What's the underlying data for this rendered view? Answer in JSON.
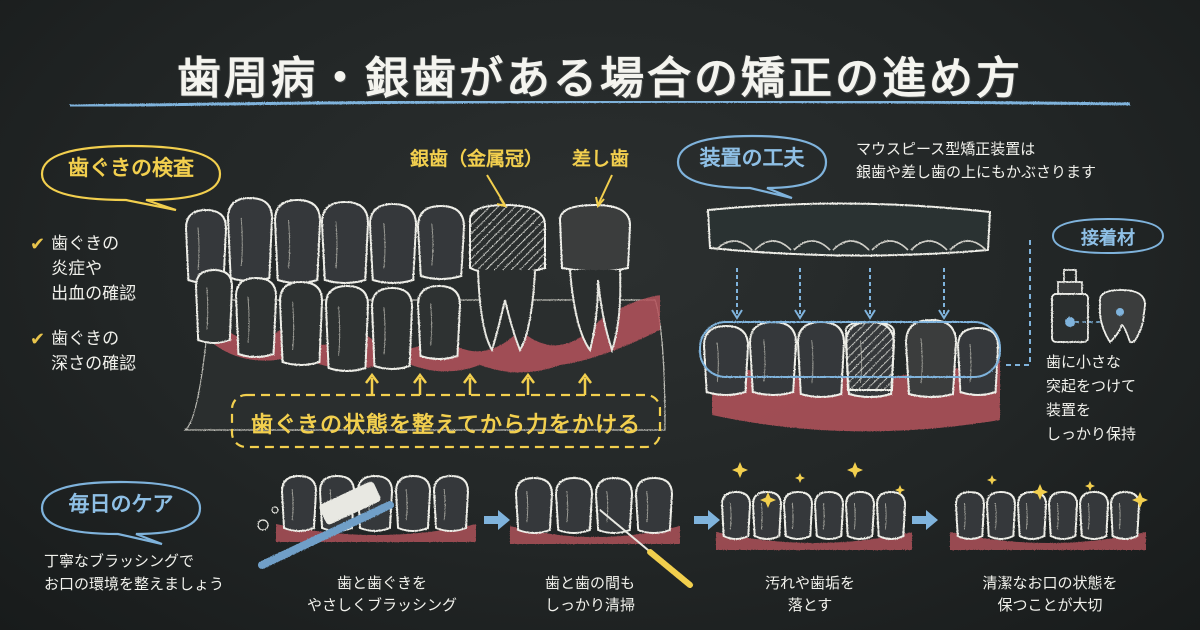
{
  "title": "歯周病・銀歯がある場合の矯正の進め方",
  "colors": {
    "board": "#232727",
    "chalk_white": "#f1f1ec",
    "chalk_yellow": "#f2cf4e",
    "chalk_blue": "#7fb3dc",
    "gum_red": "#b5545c"
  },
  "exam": {
    "heading": "歯ぐきの検査",
    "checks": [
      "歯ぐきの\n炎症や\n出血の確認",
      "歯ぐきの\n深さの確認"
    ],
    "label_silver": "銀歯（金属冠）",
    "label_capped": "差し歯",
    "message": "歯ぐきの状態を整えてから力をかける"
  },
  "device": {
    "heading": "装置の工夫",
    "description": "マウスピース型矯正装置は\n銀歯や差し歯の上にもかぶさります",
    "adhesive_heading": "接着材",
    "adhesive_note": "歯に小さな\n突起をつけて\n装置を\nしっかり保持"
  },
  "care": {
    "heading": "毎日のケア",
    "intro": "丁寧なブラッシングで\nお口の環境を整えましょう",
    "steps": [
      {
        "label": "歯と歯ぐきを\nやさしくブラッシング",
        "icon": "toothbrush-icon"
      },
      {
        "label": "歯と歯の間も\nしっかり清掃",
        "icon": "interdental-brush-icon"
      },
      {
        "label": "汚れや歯垢を\n落とす",
        "icon": "sparkle-icon"
      },
      {
        "label": "清潔なお口の状態を\n保つことが大切",
        "icon": "sparkle-icon"
      }
    ]
  }
}
